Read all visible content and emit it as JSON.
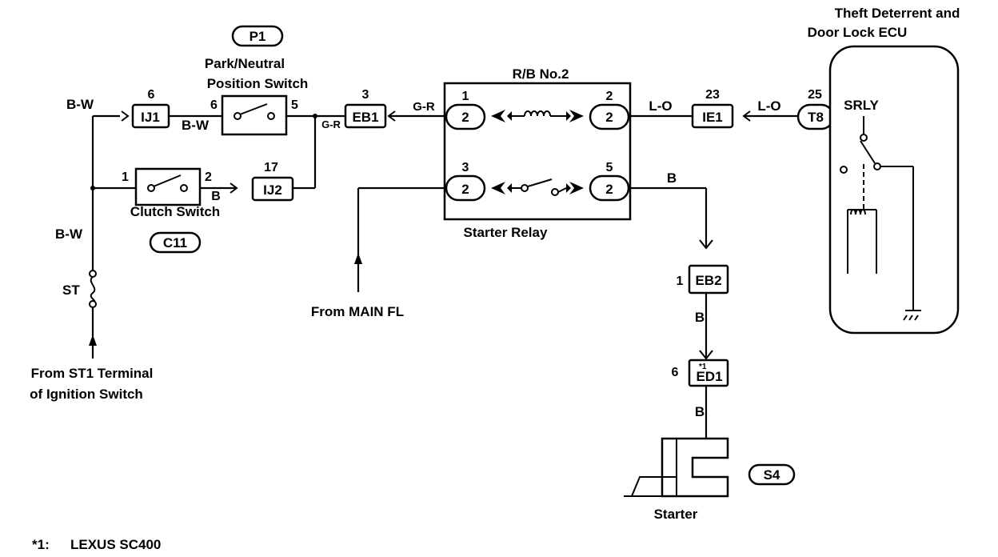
{
  "components": {
    "park_neutral": {
      "code": "P1",
      "name_line1": "Park/Neutral",
      "name_line2": "Position Switch",
      "pin_in": "6",
      "pin_out": "5"
    },
    "clutch": {
      "code": "C11",
      "name": "Clutch Switch",
      "pin_in": "1",
      "pin_out": "2"
    },
    "rb": {
      "title": "R/B No.2",
      "pin1": "1",
      "pin2": "2",
      "pin3": "3",
      "pin5": "5",
      "relay_name": "Starter Relay",
      "oval_label": "2"
    },
    "ecu": {
      "title_line1": "Theft Deterrent and",
      "title_line2": "Door Lock ECU",
      "terminal": "SRLY",
      "pin": "25",
      "connector": "T8"
    },
    "starter": {
      "name": "Starter",
      "code": "S4"
    },
    "fuse": {
      "name": "ST"
    }
  },
  "connectors": {
    "ij1": {
      "label": "IJ1",
      "pin": "6"
    },
    "ij2": {
      "label": "IJ2",
      "pin": "17"
    },
    "eb1": {
      "label": "EB1",
      "pin": "3"
    },
    "ie1": {
      "label": "IE1",
      "pin": "23"
    },
    "eb2": {
      "label": "EB2",
      "pin": "1"
    },
    "ed1": {
      "label": "ED1",
      "pin": "6",
      "mark": "*1"
    }
  },
  "wires": {
    "bw_top": "B-W",
    "bw_mid": "B-W",
    "bw_left": "B-W",
    "b_clutch": "B",
    "gr_junction": "G-R",
    "gr_eb1": "G-R",
    "lo_1": "L-O",
    "lo_2": "L-O",
    "b_relay": "B",
    "b_eb2": "B",
    "b_ed1": "B"
  },
  "sources": {
    "st1_line1": "From ST1 Terminal",
    "st1_line2": "of Ignition Switch",
    "main_fl": "From MAIN FL"
  },
  "footnote": {
    "mark": "*1:",
    "text": "LEXUS SC400"
  }
}
